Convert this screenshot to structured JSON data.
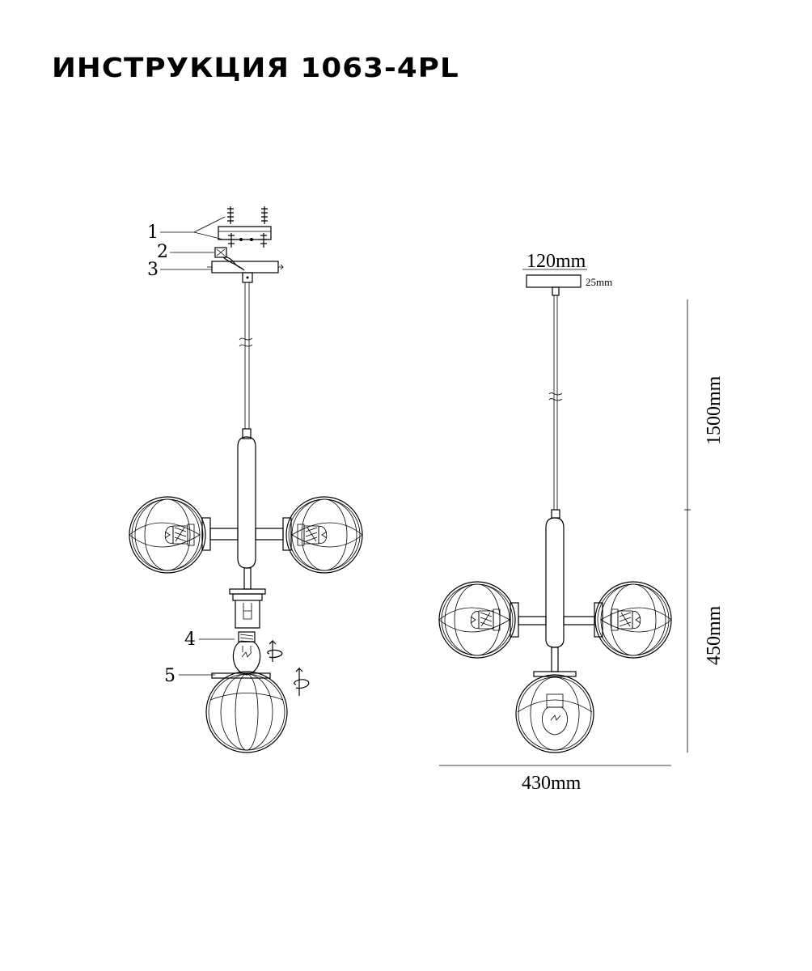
{
  "title": "ИНСТРУКЦИЯ 1063-4PL",
  "parts": [
    "1",
    "2",
    "3",
    "4",
    "5"
  ],
  "dimensions": {
    "canopy_width": "120mm",
    "canopy_height": "25mm",
    "cable_length": "1500mm",
    "body_height": "450mm",
    "total_width": "430mm"
  }
}
